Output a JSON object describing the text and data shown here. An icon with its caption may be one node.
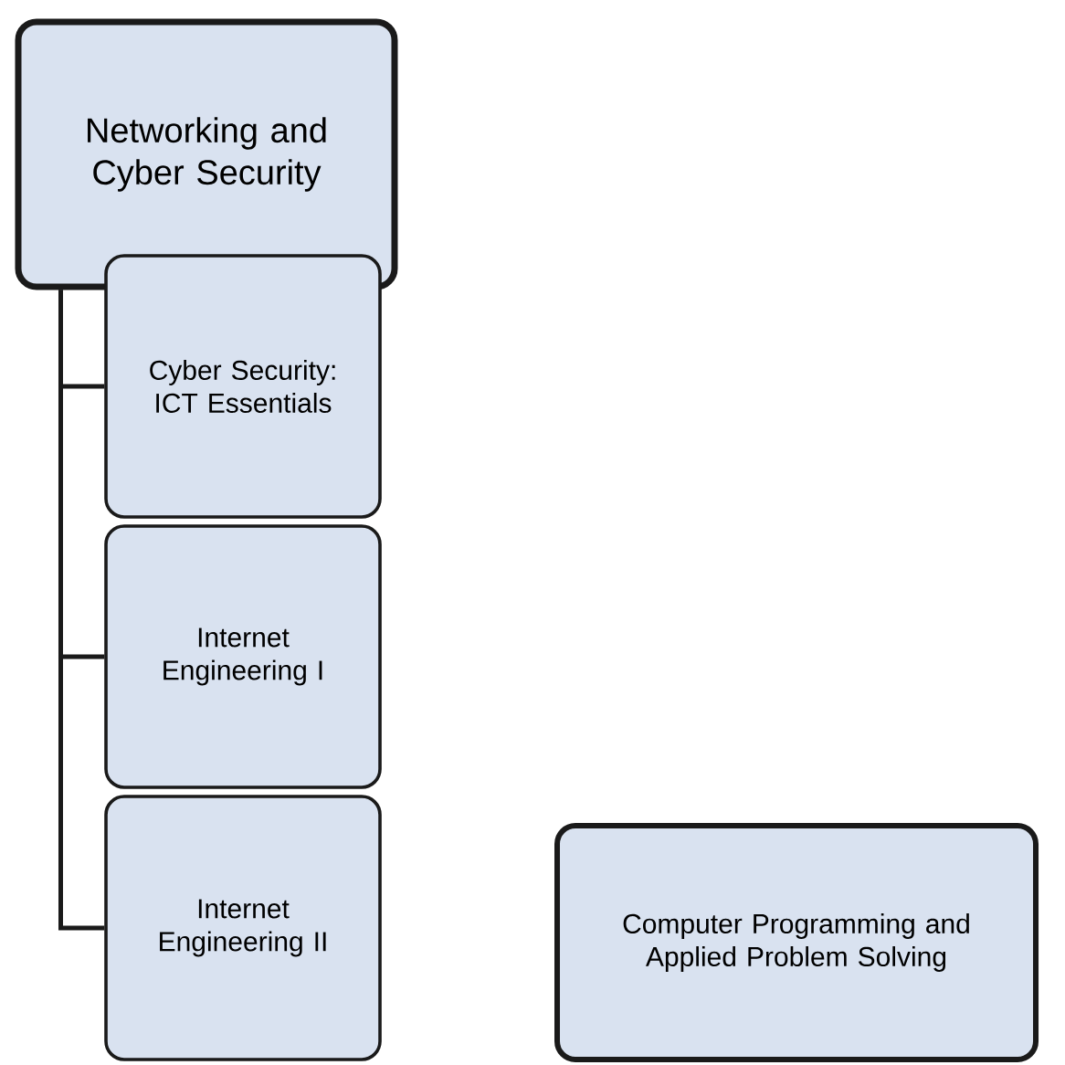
{
  "diagram": {
    "nodes": [
      {
        "text": [
          "Networking and Cyber Security"
        ]
      },
      {
        "text": [
          "Cyber Security: ICT Essentials"
        ]
      },
      {
        "text": [
          "Internet Engineering I"
        ]
      },
      {
        "text": [
          "Internet Engineering II"
        ]
      },
      {
        "text": [
          "Computer Programming and Applied Problem Solving"
        ]
      }
    ],
    "edges": [
      {
        "from": 0,
        "to": 1,
        "arrow": "none"
      },
      {
        "from": 0,
        "to": 2,
        "arrow": "none"
      },
      {
        "from": 0,
        "to": 3,
        "arrow": "none"
      }
    ]
  }
}
